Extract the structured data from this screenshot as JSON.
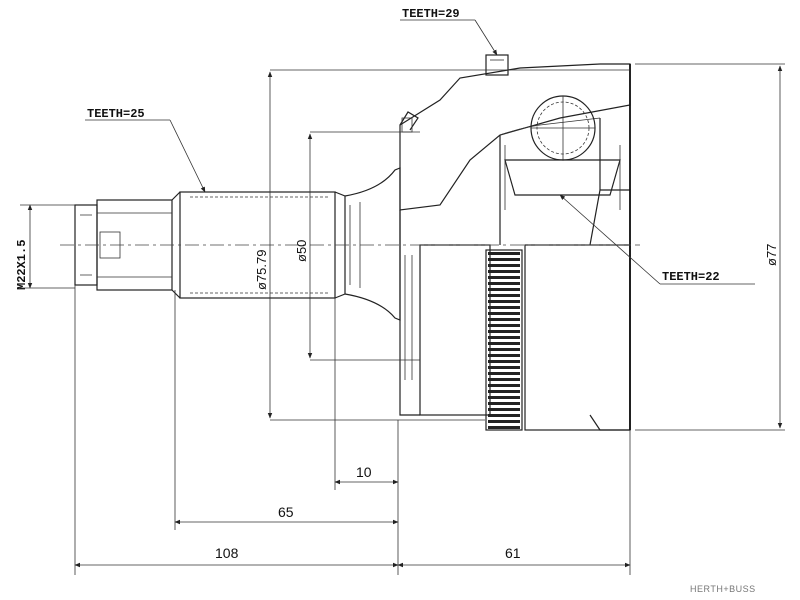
{
  "callouts": {
    "teeth_top": "TEETH=29",
    "teeth_left": "TEETH=25",
    "teeth_right": "TEETH=22"
  },
  "dimensions": {
    "thread": "M22X1.5",
    "dia_7579": "ø75.79",
    "dia_50": "ø50",
    "dia_77": "ø77",
    "len_10": "10",
    "len_65": "65",
    "len_108": "108",
    "len_61": "61"
  },
  "brand": {
    "logo": "HERTH+BUSS"
  }
}
